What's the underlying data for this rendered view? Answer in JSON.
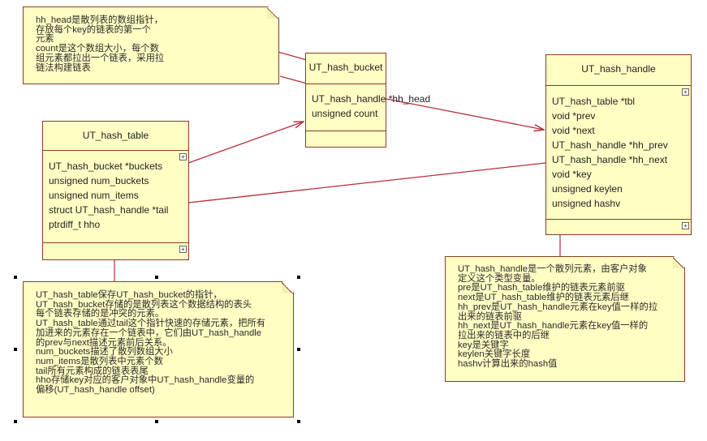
{
  "notes": {
    "hh_head_note": "hh_head是散列表的数组指针，\n存放每个key的链表的第一个\n元素\ncount是这个数组大小，每个数\n组元素都拉出一个链表，采用拉\n链法构建链表",
    "table_note": "UT_hash_table保存UT_hash_bucket的指针，\nUT_hash_bucket存储的是散列表这个数据结构的表头\n每个链表存储的是冲突的元素。\nUT_hash_table通过tail这个指针快速的存储元素，把所有\n加进来的元素存在一个链表中，它们由UT_hash_handle\n的prev与next描述元素前后关系。\nnum_buckets描述了散列数组大小\nnum_items是散列表中元素个数\ntail所有元素构成的链表表尾\nhho存储key对应的客户对象中UT_hash_handle变量的\n偏移(UT_hash_handle offset)",
    "handle_note": "UT_hash_handle是一个散列元素，由客户对象\n定义这个类型变量。\npre是UT_hash_table维护的链表元素前驱\nnext是UT_hash_table维护的链表元素后继\nhh_prev是UT_hash_handle元素在key值一样的拉\n出来的链表前驱\nhh_next是UT_hash_handle元素在key值一样的\n拉出来的链表中的后继\nkey是关键字\nkeylen关键字长度\nhashv计算出来的hash值"
  },
  "classes": {
    "bucket": {
      "name": "UT_hash_bucket",
      "attrs": [
        "UT_hash_handle *hh_head",
        "unsigned count"
      ]
    },
    "table": {
      "name": "UT_hash_table",
      "attrs": [
        "UT_hash_bucket *buckets",
        "unsigned num_buckets",
        "unsigned num_items",
        "struct UT_hash_handle *tail",
        "ptrdiff_t hho"
      ]
    },
    "handle": {
      "name": "UT_hash_handle",
      "attrs": [
        "UT_hash_table *tbl",
        "void *prev",
        "void *next",
        "UT_hash_handle *hh_prev",
        "UT_hash_handle *hh_next",
        "void *key",
        "unsigned keylen",
        "unsigned hashv"
      ]
    }
  },
  "colors": {
    "fill": "#ffffc4",
    "border": "#8a3b2a",
    "connector": "#b5303a"
  }
}
